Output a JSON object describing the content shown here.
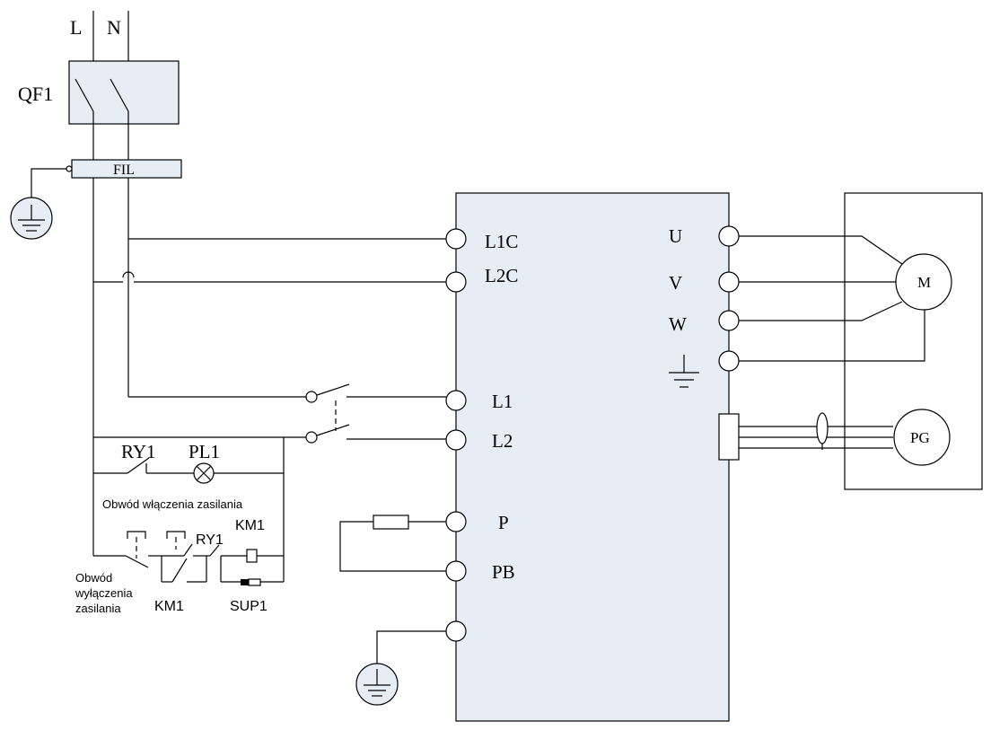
{
  "labels": {
    "L": "L",
    "N": "N",
    "QF1": "QF1",
    "FIL": "FIL",
    "L1C": "L1C",
    "L2C": "L2C",
    "L1": "L1",
    "L2": "L2",
    "P": "P",
    "PB": "PB",
    "U": "U",
    "V": "V",
    "W": "W",
    "M": "M",
    "PG": "PG",
    "RY1_top": "RY1",
    "PL1": "PL1",
    "RY1_bottom": "RY1",
    "KM1_top": "KM1",
    "KM1_bottom": "KM1",
    "SUP1": "SUP1",
    "power_on_circuit": "Obwód włączenia zasilania",
    "power_off_circuit_line1": "Obwód",
    "power_off_circuit_line2": "wyłączenia",
    "power_off_circuit_line3": "zasilania"
  },
  "colors": {
    "drive_fill": "#e6edf5",
    "line": "#000000",
    "background": "#ffffff"
  }
}
